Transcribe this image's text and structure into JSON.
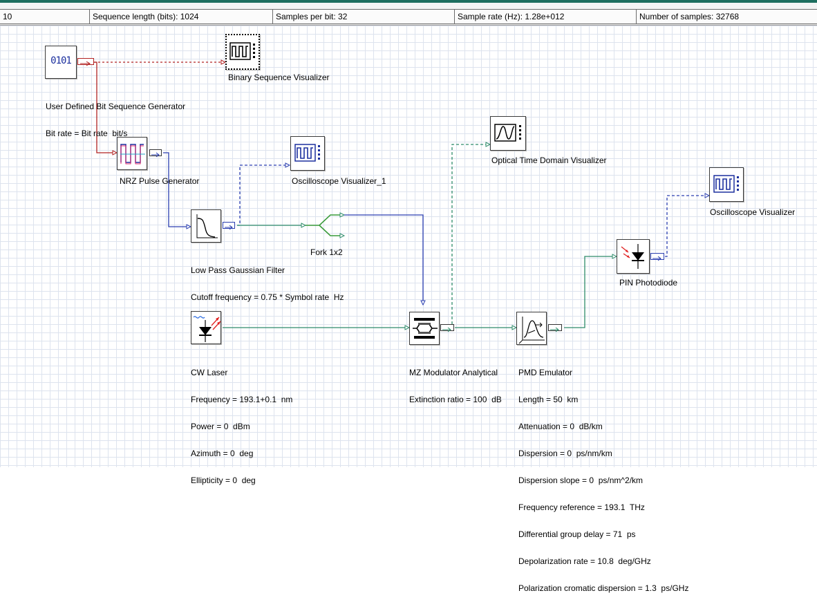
{
  "parameters_bar": {
    "cell0": "10",
    "sequence_length": "Sequence length (bits):  1024",
    "samples_per_bit": "Samples per bit:  32",
    "sample_rate": "Sample rate (Hz):  1.28e+012",
    "number_of_samples": "Number of samples:  32768"
  },
  "components": {
    "bit_sequence_generator": {
      "icon_text": "0101",
      "name": "User Defined Bit Sequence Generator",
      "params": [
        "Bit rate = Bit rate  bit/s"
      ]
    },
    "binary_sequence_visualizer": {
      "name": "Binary Sequence Visualizer"
    },
    "nrz_pulse_generator": {
      "name": "NRZ Pulse Generator"
    },
    "oscilloscope_visualizer_1": {
      "name": "Oscilloscope Visualizer_1"
    },
    "low_pass_gaussian_filter": {
      "name": "Low Pass Gaussian Filter",
      "params": [
        "Cutoff frequency = 0.75 * Symbol rate  Hz"
      ]
    },
    "fork": {
      "name": "Fork 1x2"
    },
    "optical_time_domain_visualizer": {
      "name": "Optical Time Domain Visualizer"
    },
    "oscilloscope_visualizer": {
      "name": "Oscilloscope Visualizer"
    },
    "pin_photodiode": {
      "name": "PIN Photodiode"
    },
    "cw_laser": {
      "name": "CW Laser",
      "params": [
        "Frequency = 193.1+0.1  nm",
        "Power = 0  dBm",
        "Azimuth = 0  deg",
        "Ellipticity = 0  deg"
      ]
    },
    "mz_modulator": {
      "name": "MZ Modulator Analytical",
      "params": [
        "Extinction ratio = 100  dB"
      ]
    },
    "pmd_emulator": {
      "name": "PMD Emulator",
      "params": [
        "Length = 50  km",
        "Attenuation = 0  dB/km",
        "Dispersion = 0  ps/nm/km",
        "Dispersion slope = 0  ps/nm^2/km",
        "Frequency reference = 193.1  THz",
        "Differential group delay = 71  ps",
        "Depolarization rate = 10.8  deg/GHz",
        "Polarization cromatic dispersion = 1.3  ps/GHz"
      ]
    }
  },
  "colors": {
    "accent": "#1e6e5f",
    "electrical_wire": "#2b3fb0",
    "binary_wire": "#b22222",
    "optical_wire": "#2e8b6a",
    "grid": "#dde3ee"
  }
}
